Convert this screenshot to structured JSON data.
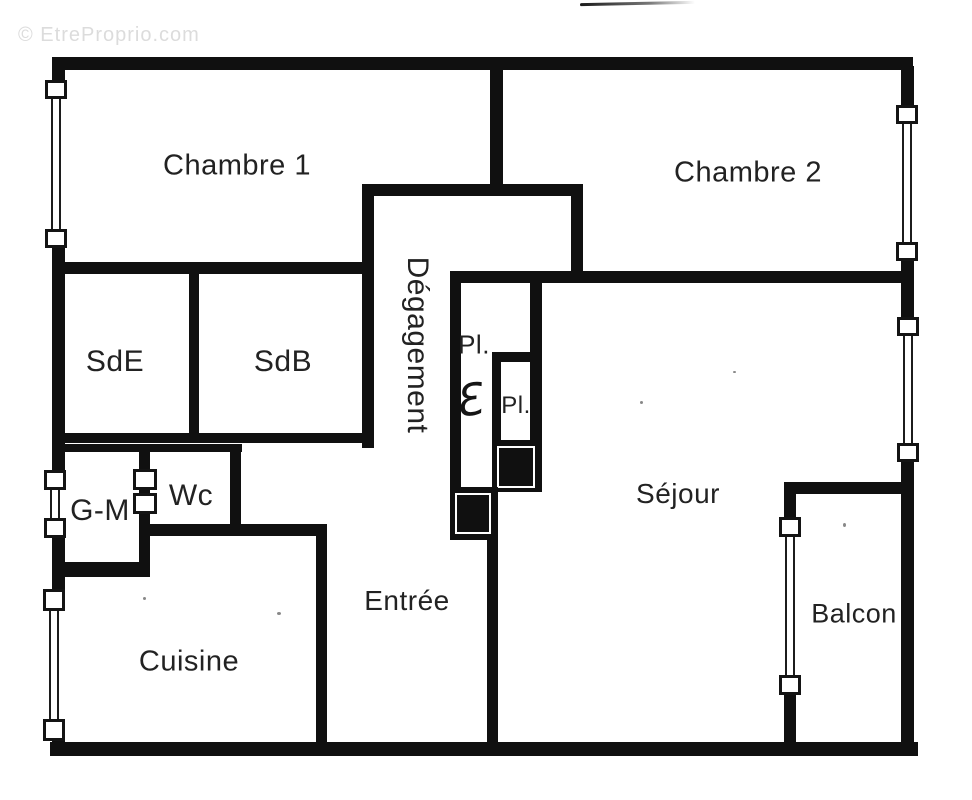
{
  "watermark": {
    "text": "© EtreProprio.com"
  },
  "rooms": {
    "chambre1": "Chambre 1",
    "chambre2": "Chambre 2",
    "degagement": "Dégagement",
    "sde": "SdE",
    "sdb": "SdB",
    "pl_large": "Pl.",
    "pl_small": "Pl.",
    "gm": "G-M",
    "wc": "Wc",
    "sejour": "Séjour",
    "entree": "Entrée",
    "cuisine": "Cuisine",
    "balcon": "Balcon"
  },
  "annotation": {
    "script_letter": "Ɛ"
  },
  "colors": {
    "wall": "#101010",
    "label": "#222222",
    "watermark": "#dcdcdc",
    "background": "#ffffff"
  }
}
